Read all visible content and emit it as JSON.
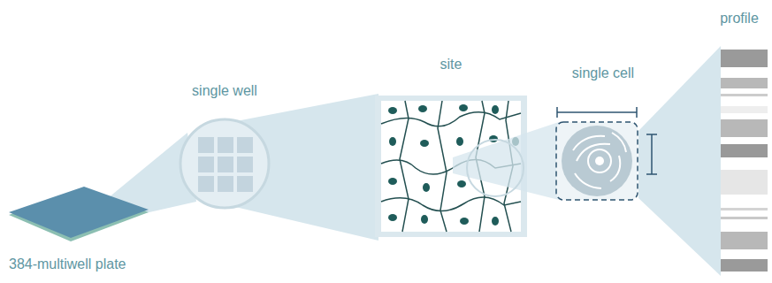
{
  "diagram": {
    "nodes": [
      {
        "text": [
          "384-multiwell plate"
        ]
      },
      {
        "text": [
          "single well"
        ]
      },
      {
        "text": [
          "site"
        ]
      },
      {
        "text": [
          "single cell"
        ]
      },
      {
        "text": [
          "profile"
        ]
      }
    ]
  }
}
